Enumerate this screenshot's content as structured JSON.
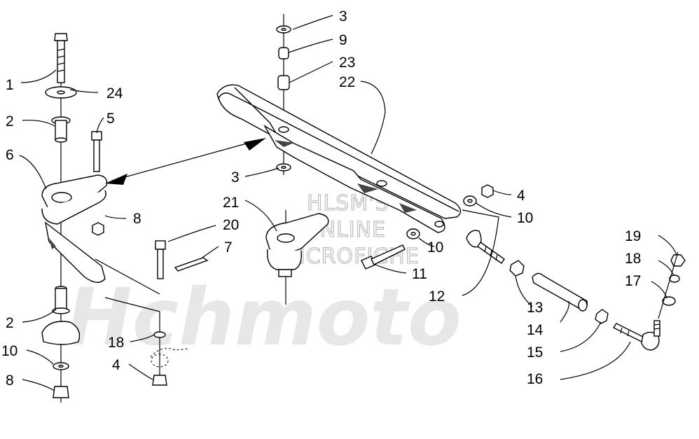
{
  "watermark": {
    "line1": "HLSM'S",
    "line2": "ONLINE",
    "line3": "MICROFICHE",
    "brand": "Hchmoto"
  },
  "callouts": [
    {
      "id": "c1",
      "text": "1"
    },
    {
      "id": "c24",
      "text": "24"
    },
    {
      "id": "c2a",
      "text": "2"
    },
    {
      "id": "c5",
      "text": "5"
    },
    {
      "id": "c6",
      "text": "6"
    },
    {
      "id": "c8a",
      "text": "8"
    },
    {
      "id": "c2b",
      "text": "2"
    },
    {
      "id": "c10a",
      "text": "10"
    },
    {
      "id": "c8b",
      "text": "8"
    },
    {
      "id": "c20",
      "text": "20"
    },
    {
      "id": "c7",
      "text": "7"
    },
    {
      "id": "c18a",
      "text": "18"
    },
    {
      "id": "c4a",
      "text": "4"
    },
    {
      "id": "c3a",
      "text": "3"
    },
    {
      "id": "c9",
      "text": "9"
    },
    {
      "id": "c23",
      "text": "23"
    },
    {
      "id": "c22",
      "text": "22"
    },
    {
      "id": "c3b",
      "text": "3"
    },
    {
      "id": "c21",
      "text": "21"
    },
    {
      "id": "c4b",
      "text": "4"
    },
    {
      "id": "c10b",
      "text": "10"
    },
    {
      "id": "c10c",
      "text": "10"
    },
    {
      "id": "c11",
      "text": "11"
    },
    {
      "id": "c12",
      "text": "12"
    },
    {
      "id": "c13",
      "text": "13"
    },
    {
      "id": "c14",
      "text": "14"
    },
    {
      "id": "c15",
      "text": "15"
    },
    {
      "id": "c16",
      "text": "16"
    },
    {
      "id": "c19",
      "text": "19"
    },
    {
      "id": "c18b",
      "text": "18"
    },
    {
      "id": "c17",
      "text": "17"
    }
  ]
}
